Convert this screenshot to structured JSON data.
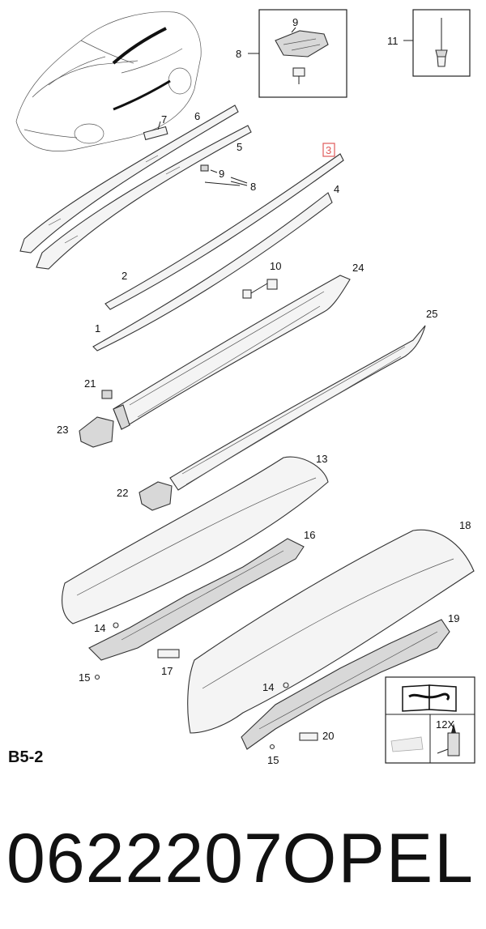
{
  "diagram": {
    "callouts": {
      "c1": "1",
      "c2": "2",
      "c3": "3",
      "c4": "4",
      "c5": "5",
      "c6": "6",
      "c7": "7",
      "c8a": "8",
      "c8b": "8",
      "c9a": "9",
      "c9b": "9",
      "c10": "10",
      "c11": "11",
      "c13": "13",
      "c14a": "14",
      "c14b": "14",
      "c15a": "15",
      "c15b": "15",
      "c16": "16",
      "c17": "17",
      "c18": "18",
      "c19": "19",
      "c20": "20",
      "c21": "21",
      "c22": "22",
      "c23": "23",
      "c24": "24",
      "c25": "25"
    },
    "highlight_color": "#e05a5a",
    "legend_box": {
      "quantity": "12X"
    }
  },
  "section_label": "B5-2",
  "footer": {
    "part_number": "0622207",
    "brand": "OPEL"
  }
}
